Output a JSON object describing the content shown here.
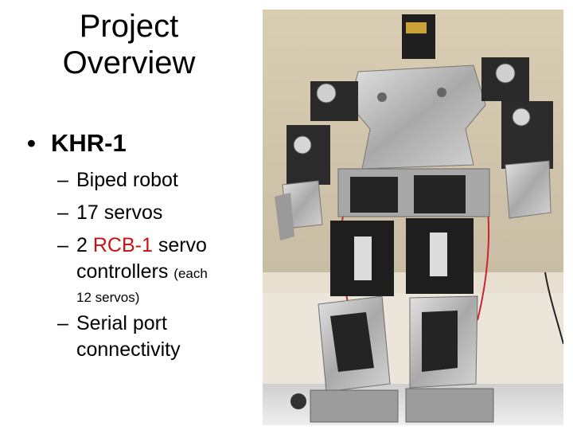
{
  "slide": {
    "title_line1": "Project",
    "title_line2": "Overview",
    "bullet_main": "KHR-1",
    "bullet_marker": "•",
    "dash": "–",
    "items": [
      {
        "text": "Biped robot"
      },
      {
        "text": "17 servos"
      },
      {
        "prefix": "2 ",
        "highlight": "RCB-1",
        "suffix": " servo",
        "line2": "controllers",
        "small1": "(each",
        "small2": "12 servos)"
      },
      {
        "line1": "Serial port",
        "line2": "connectivity"
      }
    ],
    "colors": {
      "highlight": "#cc1111",
      "background": "#ffffff"
    },
    "image": {
      "subject": "KHR-1 humanoid robot photo"
    }
  }
}
